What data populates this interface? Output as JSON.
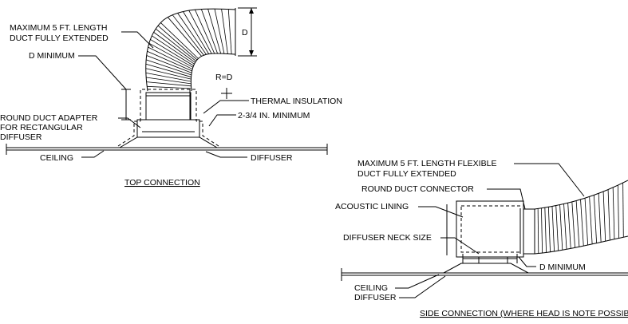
{
  "top_connection": {
    "title": "TOP CONNECTION",
    "labels": {
      "max_length_line1": "MAXIMUM 5 FT. LENGTH",
      "max_length_line2": "DUCT FULLY EXTENDED",
      "d_minimum": "D MINIMUM",
      "dim_d": "D",
      "radius": "R=D",
      "thermal_insulation": "THERMAL INSULATION",
      "min_clearance": "2-3/4 IN. MINIMUM",
      "adapter_line1": "ROUND DUCT ADAPTER",
      "adapter_line2": "FOR RECTANGULAR",
      "adapter_line3": "DIFFUSER",
      "ceiling": "CEILING",
      "diffuser": "DIFFUSER"
    }
  },
  "side_connection": {
    "title": "SIDE CONNECTION (WHERE HEAD IS NOTE POSSIBLE",
    "labels": {
      "max_length_line1": "MAXIMUM 5 FT. LENGTH FLEXIBLE",
      "max_length_line2": "DUCT FULLY EXTENDED",
      "connector": "ROUND DUCT CONNECTOR",
      "acoustic_lining": "ACOUSTIC LINING",
      "neck_size": "DIFFUSER NECK SIZE",
      "d_minimum": "D MINIMUM",
      "ceiling": "CEILING",
      "diffuser": "DIFFUSER"
    }
  }
}
